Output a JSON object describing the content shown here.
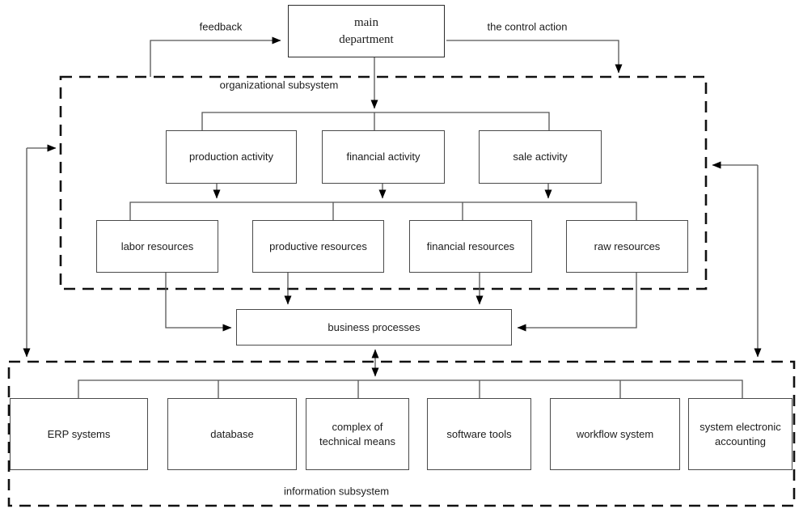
{
  "top": {
    "main_department": "main\ndepartment",
    "feedback_label": "feedback",
    "control_action_label": "the control action"
  },
  "organizational_subsystem": {
    "label": "organizational subsystem",
    "activities": [
      {
        "label": "production activity"
      },
      {
        "label": "financial activity"
      },
      {
        "label": "sale activity"
      }
    ],
    "resources": [
      {
        "label": "labor resources"
      },
      {
        "label": "productive resources"
      },
      {
        "label": "financial resources"
      },
      {
        "label": "raw resources"
      }
    ]
  },
  "business_processes": {
    "label": "business processes"
  },
  "information_subsystem": {
    "label": "information subsystem",
    "components": [
      {
        "label": "ERP systems"
      },
      {
        "label": "database"
      },
      {
        "label": "complex of\ntechnical means"
      },
      {
        "label": "software tools"
      },
      {
        "label": "workflow system"
      },
      {
        "label": "system electronic\naccounting"
      }
    ]
  }
}
